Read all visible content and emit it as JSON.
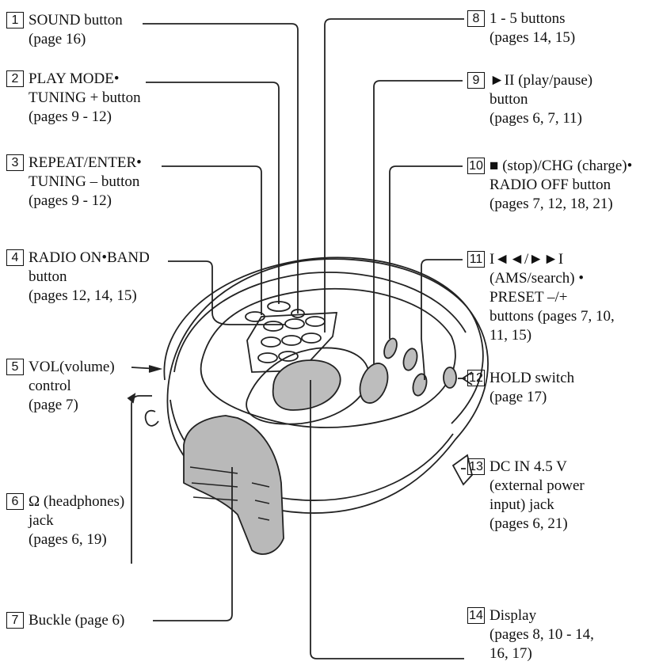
{
  "callouts": [
    {
      "num": "1",
      "lines": [
        "SOUND button",
        "(page 16)"
      ]
    },
    {
      "num": "2",
      "lines": [
        "PLAY MODE•",
        "TUNING + button",
        "(pages 9 - 12)"
      ]
    },
    {
      "num": "3",
      "lines": [
        "REPEAT/ENTER•",
        "TUNING – button",
        "(pages 9 - 12)"
      ]
    },
    {
      "num": "4",
      "lines": [
        "RADIO ON•BAND",
        "button",
        "(pages 12, 14, 15)"
      ]
    },
    {
      "num": "5",
      "lines": [
        "VOL(volume)",
        "control",
        "(page 7)"
      ]
    },
    {
      "num": "6",
      "lines": [
        "Ω (headphones)",
        "jack",
        "(pages 6, 19)"
      ]
    },
    {
      "num": "7",
      "lines": [
        "Buckle (page 6)"
      ]
    },
    {
      "num": "8",
      "lines": [
        "1 - 5 buttons",
        "(pages 14, 15)"
      ]
    },
    {
      "num": "9",
      "lines": [
        "►II (play/pause)",
        "button",
        "(pages 6, 7, 11)"
      ]
    },
    {
      "num": "10",
      "lines": [
        "■ (stop)/CHG (charge)•",
        "RADIO OFF button",
        "(pages 7, 12, 18, 21)"
      ]
    },
    {
      "num": "11",
      "lines": [
        "I◄◄/►►I",
        "(AMS/search) •",
        "PRESET –/+",
        "buttons (pages 7, 10,",
        "11, 15)"
      ]
    },
    {
      "num": "12",
      "lines": [
        "HOLD switch",
        "(page 17)"
      ]
    },
    {
      "num": "13",
      "lines": [
        "DC IN 4.5 V",
        "(external power",
        "input) jack",
        "(pages 6, 21)"
      ]
    },
    {
      "num": "14",
      "lines": [
        "Display",
        "(pages 8, 10 - 14,",
        "16, 17)"
      ]
    }
  ]
}
